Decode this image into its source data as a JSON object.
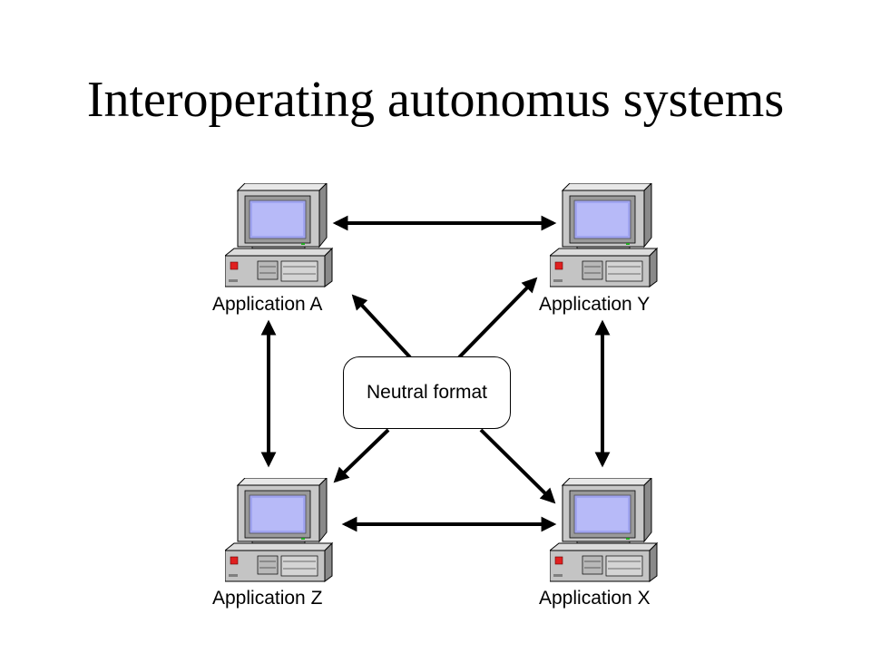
{
  "slide": {
    "title": "Interoperating autonomus systems"
  },
  "diagram": {
    "center": {
      "label": "Neutral format"
    },
    "nodes": [
      {
        "id": "a",
        "label": "Application A",
        "icon": "computer-icon"
      },
      {
        "id": "y",
        "label": "Application Y",
        "icon": "computer-icon"
      },
      {
        "id": "z",
        "label": "Application Z",
        "icon": "computer-icon"
      },
      {
        "id": "x",
        "label": "Application X",
        "icon": "computer-icon"
      }
    ],
    "connections": [
      {
        "from": "a",
        "to": "y",
        "direction": "both"
      },
      {
        "from": "z",
        "to": "x",
        "direction": "both"
      },
      {
        "from": "a",
        "to": "z",
        "direction": "both"
      },
      {
        "from": "y",
        "to": "x",
        "direction": "both"
      },
      {
        "from": "center",
        "to": "a",
        "direction": "one-way"
      },
      {
        "from": "center",
        "to": "y",
        "direction": "one-way"
      },
      {
        "from": "center",
        "to": "z",
        "direction": "one-way"
      },
      {
        "from": "center",
        "to": "x",
        "direction": "one-way"
      }
    ],
    "colors": {
      "screen": "#a0a4f0",
      "casing": "#c0c0c0",
      "power_led": "#e02020",
      "arrow": "#000000"
    }
  }
}
